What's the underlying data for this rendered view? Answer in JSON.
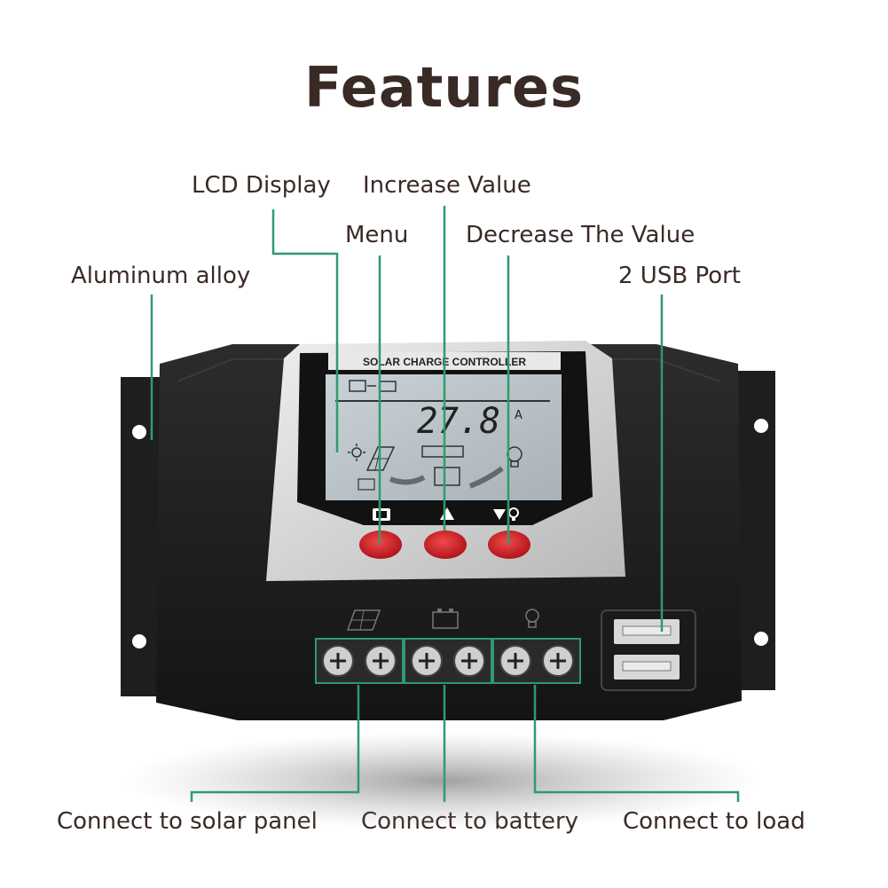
{
  "heading": "Features",
  "device": {
    "panel_label": "SOLAR CHARGE CONTROLLER",
    "reading": "27.8",
    "unit": "A"
  },
  "callouts": {
    "lcd_display": "LCD Display",
    "increase_value": "Increase Value",
    "menu": "Menu",
    "decrease_value": "Decrease The Value",
    "aluminum_alloy": "Aluminum alloy",
    "usb_port": "2 USB Port",
    "solar_panel": "Connect to solar panel",
    "battery": "Connect to battery",
    "load": "Connect to load"
  },
  "colors": {
    "leader_line": "#2e9b6e",
    "button": "#d8222a",
    "body": "#222222",
    "lcd": "#b9c3c8",
    "text": "#3a2a26"
  },
  "icons": [
    "menu-icon",
    "up-arrow-icon",
    "down-bulb-icon",
    "solar-panel-icon",
    "battery-icon",
    "bulb-icon"
  ]
}
